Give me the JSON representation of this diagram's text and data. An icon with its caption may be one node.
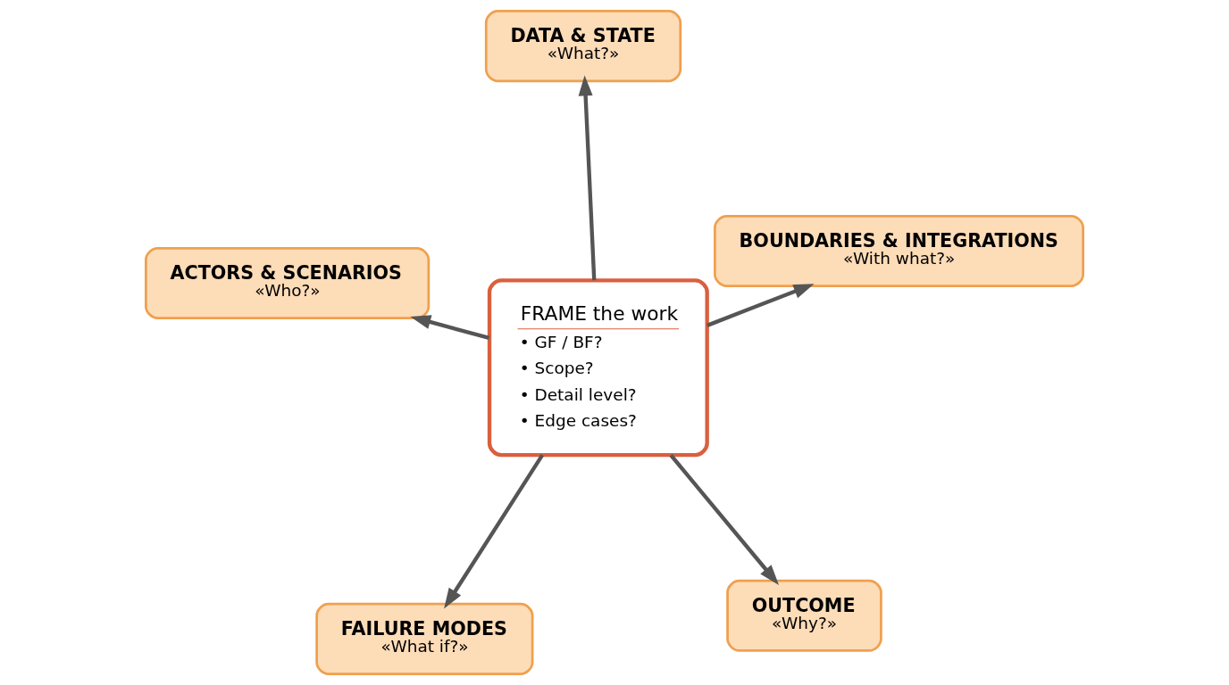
{
  "diagram": {
    "nodes": [
      {
        "text": [
          "FRAME the work",
          "• GF / BF?",
          "• Scope?",
          "• Detail level?",
          "• Edge cases?"
        ]
      },
      {
        "text": [
          "OUTCOME",
          "«Why?»"
        ]
      },
      {
        "text": [
          "FAILURE MODES",
          "«What if?»"
        ]
      },
      {
        "text": [
          "ACTORS & SCENARIOS",
          "«Who?»"
        ]
      },
      {
        "text": [
          "BOUNDARIES & INTEGRATIONS",
          "«With what?»"
        ]
      },
      {
        "text": [
          "DATA & STATE",
          "«What?»"
        ]
      }
    ],
    "edges": [
      {
        "from": 0,
        "to": 1,
        "arrow": "to"
      },
      {
        "from": 0,
        "to": 2,
        "arrow": "to"
      },
      {
        "from": 0,
        "to": 3,
        "arrow": "to"
      },
      {
        "from": 0,
        "to": 4,
        "arrow": "to"
      },
      {
        "from": 0,
        "to": 5,
        "arrow": "to"
      }
    ]
  }
}
